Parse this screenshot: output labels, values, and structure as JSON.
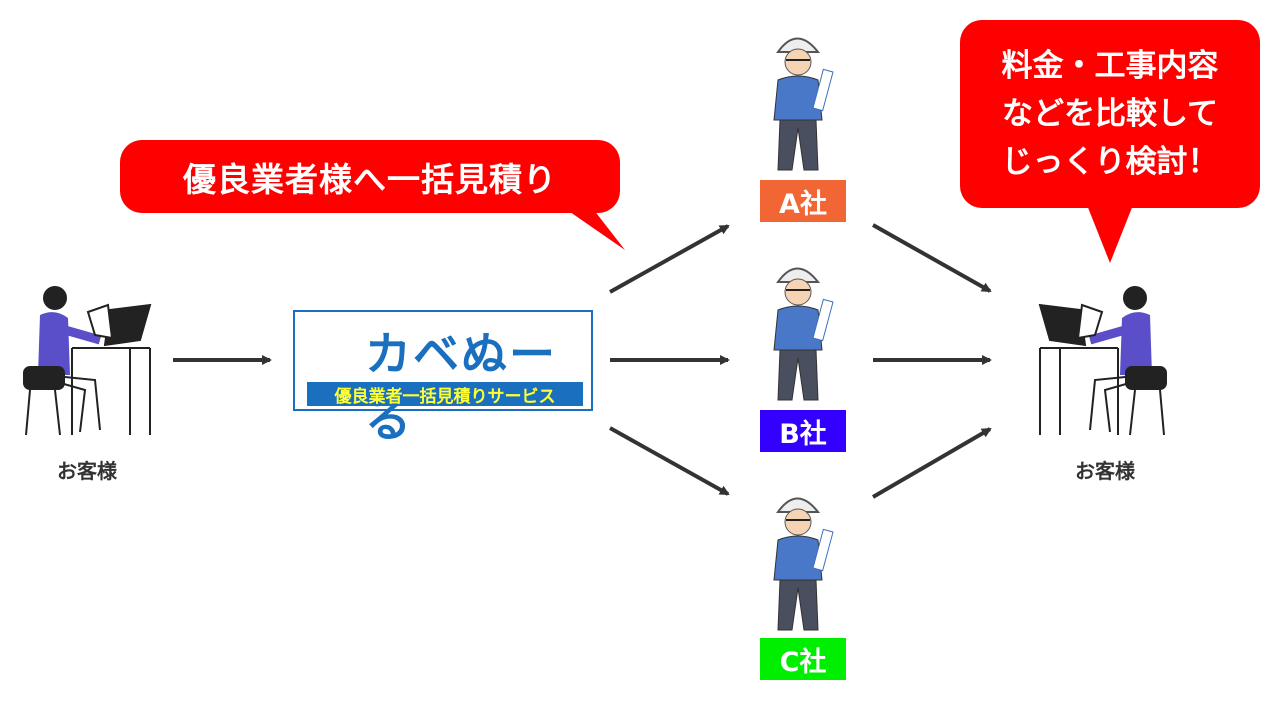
{
  "callouts": {
    "left": "優良業者様へ一括見積り",
    "right": [
      "料金・工事内容",
      "などを比較して",
      "じっくり検討！"
    ]
  },
  "customer_left": {
    "label": "お客様"
  },
  "customer_right": {
    "label": "お客様"
  },
  "logo": {
    "title": "カベぬーる",
    "subtitle": "優良業者一括見積りサービス"
  },
  "companies": [
    {
      "label": "A社",
      "color": "#f26535"
    },
    {
      "label": "B社",
      "color": "#3300ff"
    },
    {
      "label": "C社",
      "color": "#00ee00"
    }
  ],
  "colors": {
    "callout": "#ff0000",
    "arrow": "#333333",
    "brand": "#1a6fbf"
  }
}
